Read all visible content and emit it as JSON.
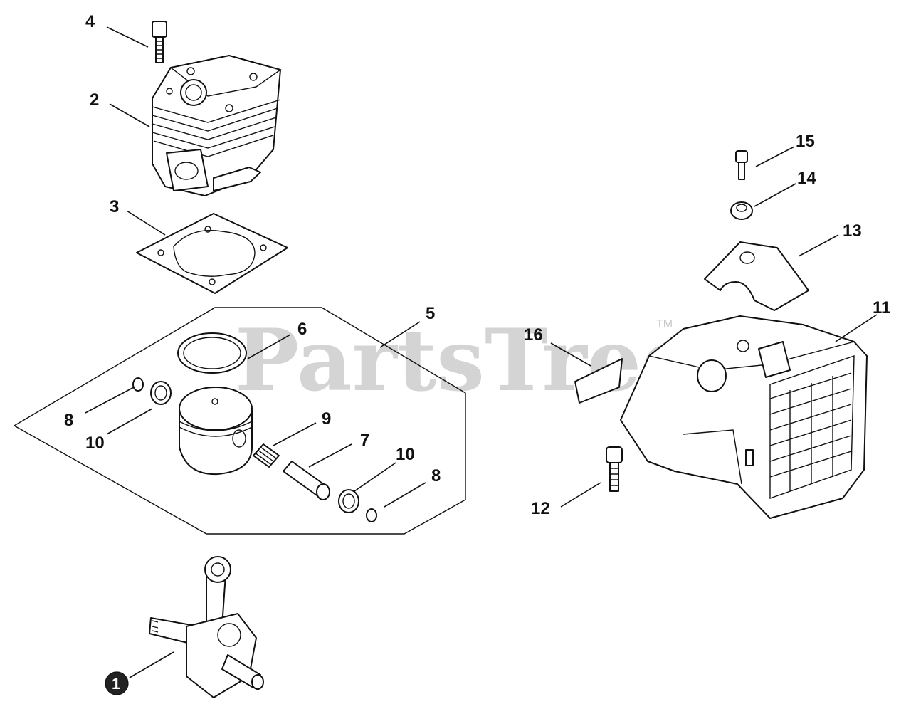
{
  "watermark": {
    "brand": "PartsTree",
    "tm": "TM"
  },
  "callouts": {
    "c1": "1",
    "c2": "2",
    "c3": "3",
    "c4": "4",
    "c5": "5",
    "c6": "6",
    "c7": "7",
    "c8a": "8",
    "c8b": "8",
    "c9": "9",
    "c10a": "10",
    "c10b": "10",
    "c11": "11",
    "c12": "12",
    "c13": "13",
    "c14": "14",
    "c15": "15",
    "c16": "16"
  }
}
